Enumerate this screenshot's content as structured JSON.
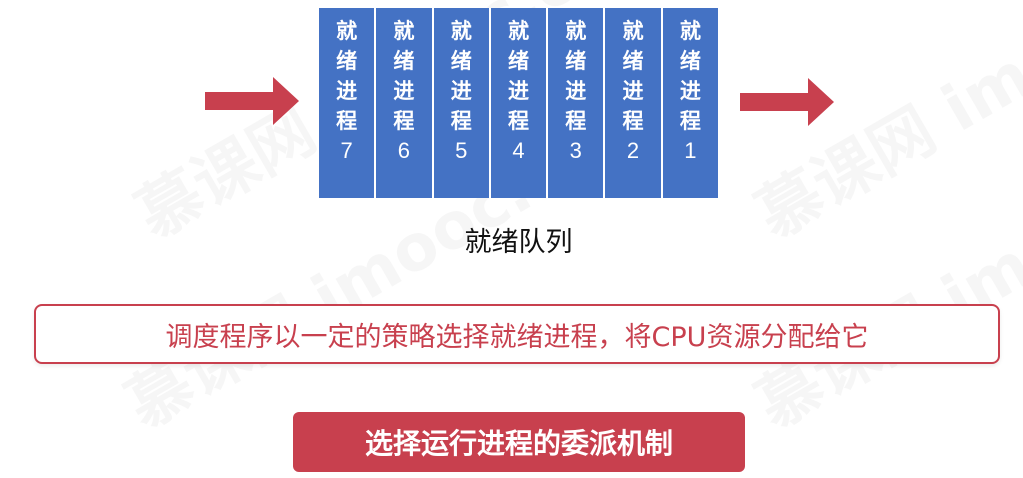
{
  "watermark": {
    "text": "慕课网 imooc.com"
  },
  "queue": {
    "processes": [
      {
        "label": "就绪进程",
        "number": "7"
      },
      {
        "label": "就绪进程",
        "number": "6"
      },
      {
        "label": "就绪进程",
        "number": "5"
      },
      {
        "label": "就绪进程",
        "number": "4"
      },
      {
        "label": "就绪进程",
        "number": "3"
      },
      {
        "label": "就绪进程",
        "number": "2"
      },
      {
        "label": "就绪进程",
        "number": "1"
      }
    ],
    "caption": "就绪队列",
    "cell_color": "#4472c4"
  },
  "description": {
    "text": "调度程序以一定的策略选择就绪进程，将CPU资源分配给它"
  },
  "mechanism": {
    "label": "选择运行进程的委派机制"
  },
  "colors": {
    "accent": "#c8404e",
    "queue_blue": "#4472c4"
  },
  "icons": {
    "incoming": "arrow-right-icon",
    "outgoing": "arrow-right-icon"
  }
}
